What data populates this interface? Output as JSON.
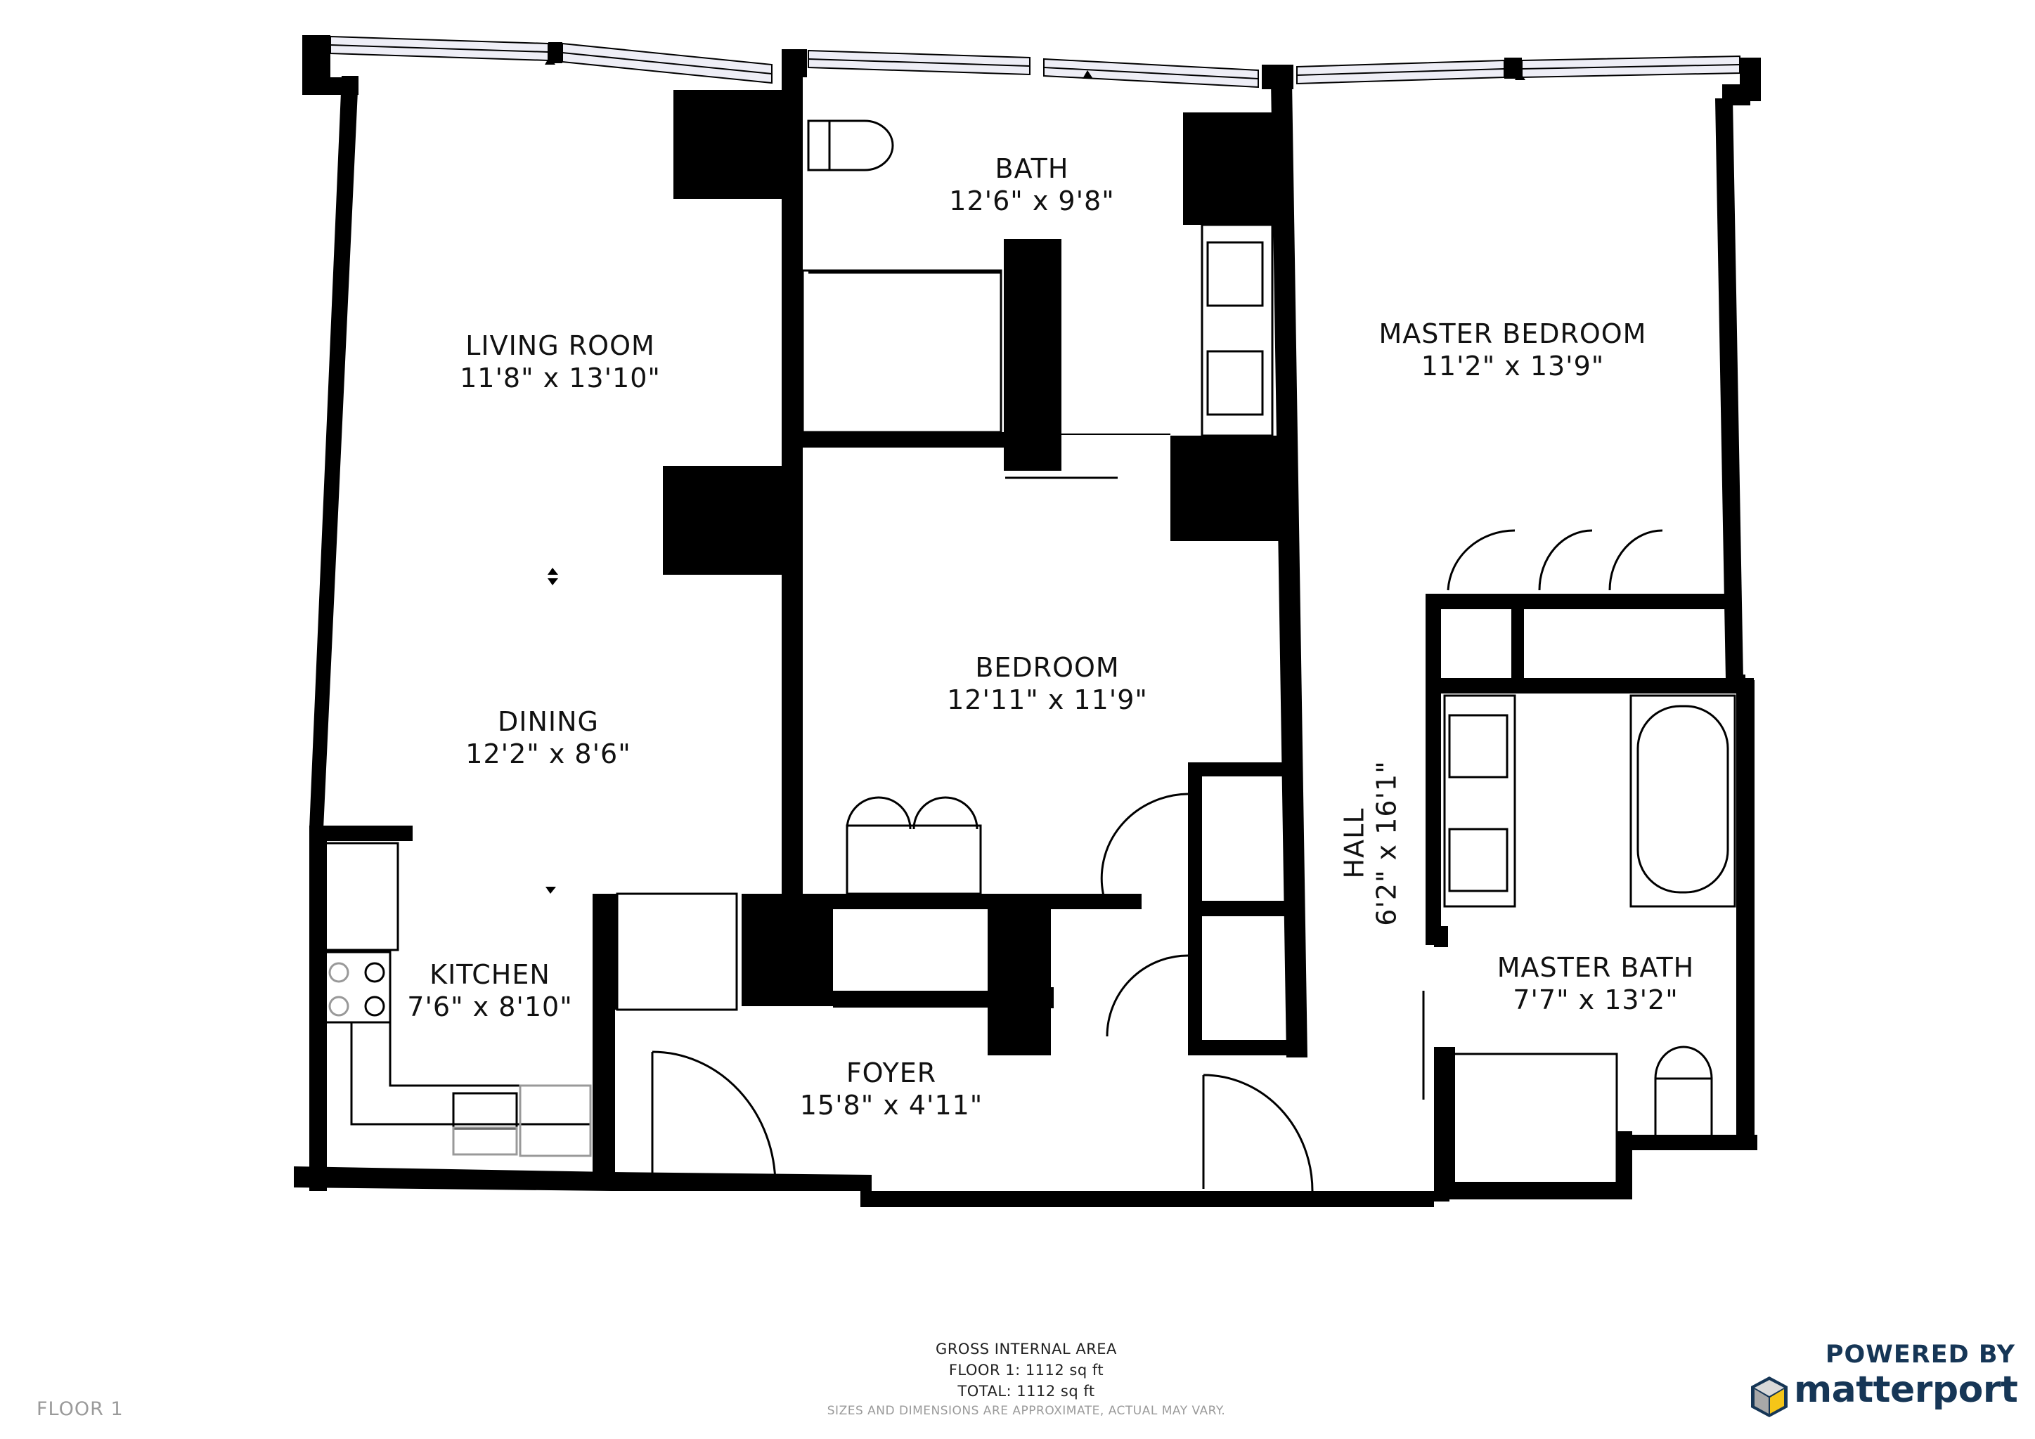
{
  "plan": {
    "floor_label": "FLOOR 1",
    "rooms": [
      {
        "id": "living-room",
        "name": "LIVING ROOM",
        "dims": "11'8\" x 13'10\""
      },
      {
        "id": "dining",
        "name": "DINING",
        "dims": "12'2\" x 8'6\""
      },
      {
        "id": "kitchen",
        "name": "KITCHEN",
        "dims": "7'6\" x 8'10\""
      },
      {
        "id": "bath",
        "name": "BATH",
        "dims": "12'6\" x 9'8\""
      },
      {
        "id": "bedroom",
        "name": "BEDROOM",
        "dims": "12'11\" x 11'9\""
      },
      {
        "id": "foyer",
        "name": "FOYER",
        "dims": "15'8\" x 4'11\""
      },
      {
        "id": "master-bedroom",
        "name": "MASTER BEDROOM",
        "dims": "11'2\" x 13'9\""
      },
      {
        "id": "hall",
        "name": "HALL",
        "dims": "6'2\" x 16'1\""
      },
      {
        "id": "master-bath",
        "name": "MASTER BATH",
        "dims": "7'7\" x 13'2\""
      }
    ]
  },
  "area": {
    "title": "GROSS INTERNAL AREA",
    "floor_line": "FLOOR 1: 1112 sq ft",
    "total_line": "TOTAL: 1112 sq ft",
    "disclaimer": "SIZES AND DIMENSIONS ARE APPROXIMATE, ACTUAL MAY VARY."
  },
  "brand": {
    "powered_by": "POWERED BY",
    "name": "matterport",
    "logo_icon": "matterport-cube-icon",
    "colors": {
      "navy": "#163656",
      "yellow": "#f5c518",
      "gray": "#b0b0b0"
    }
  },
  "colors": {
    "wall": "#000000",
    "window": "#eeeef6",
    "fixture_line": "#000000",
    "faint_fixture": "#9a9a9a"
  }
}
